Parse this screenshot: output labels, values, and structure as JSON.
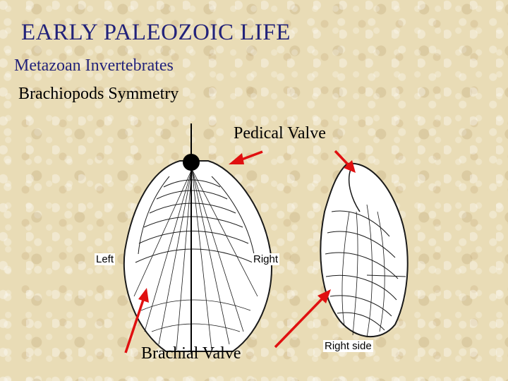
{
  "slide": {
    "title": "EARLY PALEOZOIC LIFE",
    "subtitle": "Metazoan Invertebrates",
    "subtitle2": "Brachiopods Symmetry"
  },
  "figure": {
    "pedical_label": "Pedical Valve",
    "brachial_label": "Brachial Valve",
    "left_label": "Left",
    "right_label": "Right",
    "right_side_label": "Right side",
    "arrow_color": "#e01010"
  }
}
